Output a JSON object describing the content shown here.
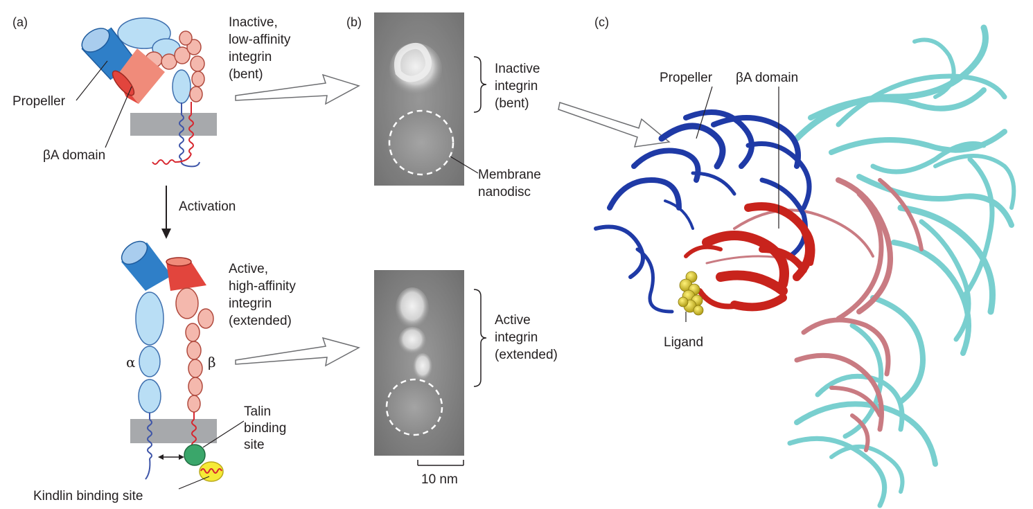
{
  "panels": {
    "a": "(a)",
    "b": "(b)",
    "c": "(c)"
  },
  "panel_a": {
    "propeller": "Propeller",
    "ba_domain": "βA domain",
    "activation": "Activation",
    "inactive_label": [
      "Inactive,",
      "low-affinity",
      "integrin",
      "(bent)"
    ],
    "active_label": [
      "Active,",
      "high-affinity",
      "integrin",
      "(extended)"
    ],
    "alpha": "α",
    "beta": "β",
    "talin": [
      "Talin",
      "binding",
      "site"
    ],
    "kindlin": "Kindlin binding site"
  },
  "panel_b": {
    "inactive_label": [
      "Inactive",
      "integrin",
      "(bent)"
    ],
    "membrane_label": [
      "Membrane",
      "nanodisc"
    ],
    "active_label": [
      "Active",
      "integrin",
      "(extended)"
    ],
    "scale_bar": "10 nm"
  },
  "panel_c": {
    "propeller": "Propeller",
    "ba_domain": "βA domain",
    "ligand": "Ligand"
  },
  "colors": {
    "propeller_blue": "#2f7fc8",
    "ba_red": "#e2453d",
    "alpha_light_blue": "#b9def5",
    "beta_pink": "#f4b8ad",
    "membrane_gray": "#a7a9ac",
    "tm_blue": "#3e55a8",
    "tm_red": "#d7262e",
    "talin_green": "#3aa66a",
    "kindlin_yellow": "#f6ea36",
    "ribbon_navy": "#1f3aa6",
    "ribbon_red": "#c8231c",
    "ribbon_pink": "#c97b82",
    "ribbon_cyan": "#79cfcf",
    "ligand_yellow": "#d9c531"
  }
}
